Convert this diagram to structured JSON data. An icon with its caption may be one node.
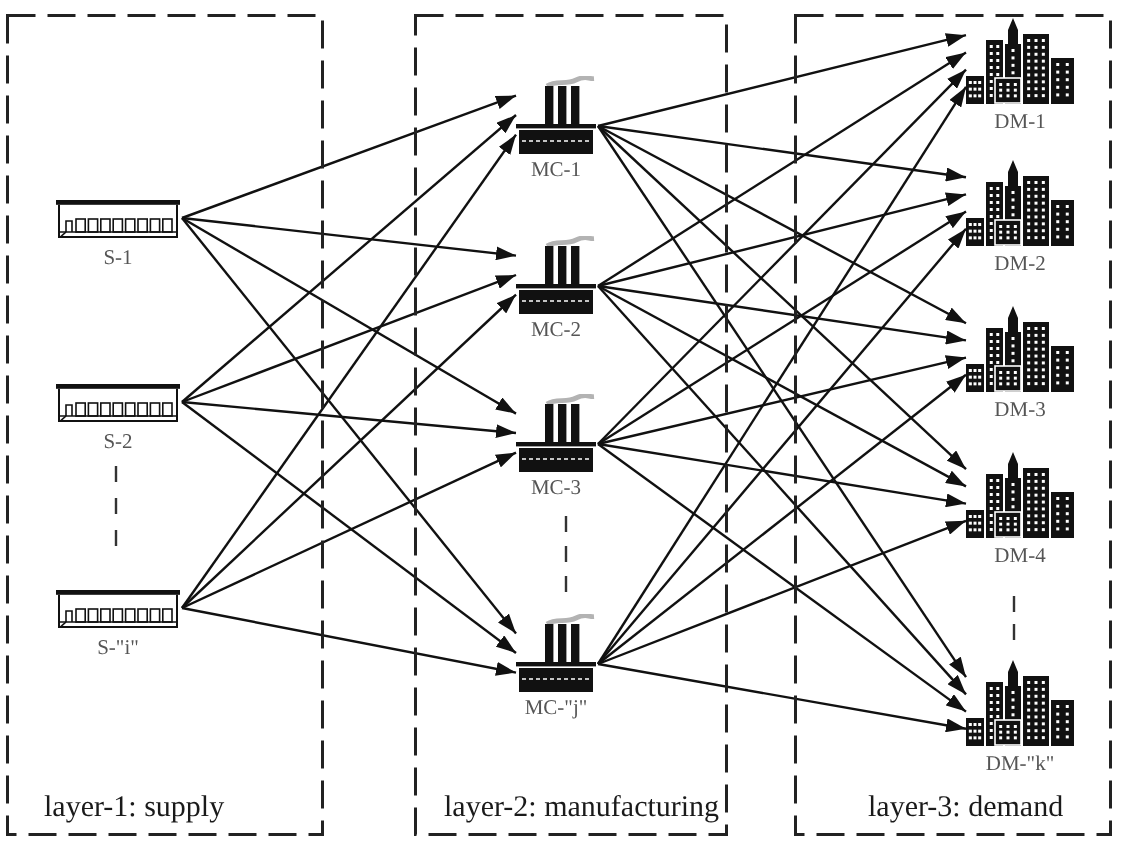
{
  "diagram": {
    "nodes": [
      {
        "text": [
          "layer-1: supply"
        ]
      },
      {
        "text": [
          "S-1"
        ],
        "in": 0
      },
      {
        "text": [
          "S-2"
        ],
        "in": 0
      },
      {
        "text": [
          "S-\"i\""
        ],
        "in": 0
      },
      {
        "text": [
          "layer-2: manufacturing"
        ]
      },
      {
        "text": [
          "MC-1"
        ],
        "in": 4
      },
      {
        "text": [
          "MC-2"
        ],
        "in": 4
      },
      {
        "text": [
          "MC-3"
        ],
        "in": 4
      },
      {
        "text": [
          "MC-\"j\""
        ],
        "in": 4
      },
      {
        "text": [
          "layer-3: demand"
        ]
      },
      {
        "text": [
          "DM-1"
        ],
        "in": 9
      },
      {
        "text": [
          "DM-2"
        ],
        "in": 9
      },
      {
        "text": [
          "DM-3"
        ],
        "in": 9
      },
      {
        "text": [
          "DM-4"
        ],
        "in": 9
      },
      {
        "text": [
          "DM-\"k\""
        ],
        "in": 9
      }
    ],
    "edges": [
      {
        "from": 1,
        "to": 5,
        "arrow": "to"
      },
      {
        "from": 1,
        "to": 6,
        "arrow": "to"
      },
      {
        "from": 1,
        "to": 7,
        "arrow": "to"
      },
      {
        "from": 1,
        "to": 8,
        "arrow": "to"
      },
      {
        "from": 2,
        "to": 5,
        "arrow": "to"
      },
      {
        "from": 2,
        "to": 6,
        "arrow": "to"
      },
      {
        "from": 2,
        "to": 7,
        "arrow": "to"
      },
      {
        "from": 2,
        "to": 8,
        "arrow": "to"
      },
      {
        "from": 3,
        "to": 5,
        "arrow": "to"
      },
      {
        "from": 3,
        "to": 6,
        "arrow": "to"
      },
      {
        "from": 3,
        "to": 7,
        "arrow": "to"
      },
      {
        "from": 3,
        "to": 8,
        "arrow": "to"
      },
      {
        "from": 5,
        "to": 10,
        "arrow": "to"
      },
      {
        "from": 5,
        "to": 11,
        "arrow": "to"
      },
      {
        "from": 5,
        "to": 12,
        "arrow": "to"
      },
      {
        "from": 5,
        "to": 13,
        "arrow": "to"
      },
      {
        "from": 5,
        "to": 14,
        "arrow": "to"
      },
      {
        "from": 6,
        "to": 10,
        "arrow": "to"
      },
      {
        "from": 6,
        "to": 11,
        "arrow": "to"
      },
      {
        "from": 6,
        "to": 12,
        "arrow": "to"
      },
      {
        "from": 6,
        "to": 13,
        "arrow": "to"
      },
      {
        "from": 6,
        "to": 14,
        "arrow": "to"
      },
      {
        "from": 7,
        "to": 10,
        "arrow": "to"
      },
      {
        "from": 7,
        "to": 11,
        "arrow": "to"
      },
      {
        "from": 7,
        "to": 12,
        "arrow": "to"
      },
      {
        "from": 7,
        "to": 13,
        "arrow": "to"
      },
      {
        "from": 7,
        "to": 14,
        "arrow": "to"
      },
      {
        "from": 8,
        "to": 10,
        "arrow": "to"
      },
      {
        "from": 8,
        "to": 11,
        "arrow": "to"
      },
      {
        "from": 8,
        "to": 12,
        "arrow": "to"
      },
      {
        "from": 8,
        "to": 13,
        "arrow": "to"
      },
      {
        "from": 8,
        "to": 14,
        "arrow": "to"
      }
    ]
  }
}
